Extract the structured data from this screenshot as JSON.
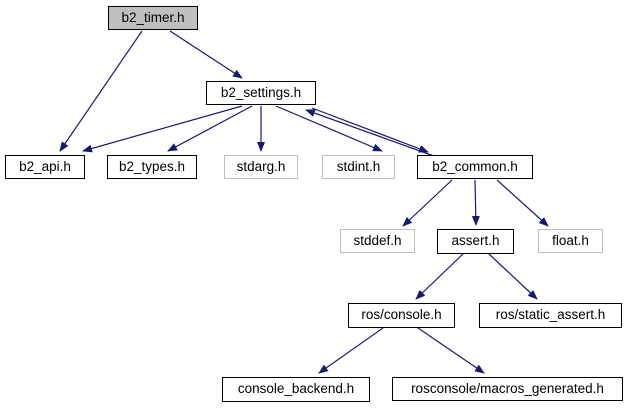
{
  "graph": {
    "kind": "include-dependency-graph",
    "nodes": [
      {
        "label": "b2_timer.h",
        "role": "current-file"
      },
      {
        "label": "b2_settings.h",
        "role": "internal-header"
      },
      {
        "label": "b2_api.h",
        "role": "internal-header"
      },
      {
        "label": "b2_types.h",
        "role": "internal-header"
      },
      {
        "label": "stdarg.h",
        "role": "system-header"
      },
      {
        "label": "stdint.h",
        "role": "system-header"
      },
      {
        "label": "b2_common.h",
        "role": "internal-header"
      },
      {
        "label": "stddef.h",
        "role": "system-header"
      },
      {
        "label": "assert.h",
        "role": "internal-header"
      },
      {
        "label": "float.h",
        "role": "system-header"
      },
      {
        "label": "ros/console.h",
        "role": "internal-header"
      },
      {
        "label": "ros/static_assert.h",
        "role": "internal-header"
      },
      {
        "label": "console_backend.h",
        "role": "internal-header"
      },
      {
        "label": "rosconsole/macros_generated.h",
        "role": "internal-header"
      }
    ],
    "edges": [
      {
        "from": "b2_timer.h",
        "to": "b2_api.h"
      },
      {
        "from": "b2_timer.h",
        "to": "b2_settings.h"
      },
      {
        "from": "b2_settings.h",
        "to": "b2_api.h"
      },
      {
        "from": "b2_settings.h",
        "to": "b2_types.h"
      },
      {
        "from": "b2_settings.h",
        "to": "stdarg.h"
      },
      {
        "from": "b2_settings.h",
        "to": "stdint.h"
      },
      {
        "from": "b2_settings.h",
        "to": "b2_common.h"
      },
      {
        "from": "b2_common.h",
        "to": "b2_settings.h"
      },
      {
        "from": "b2_common.h",
        "to": "stddef.h"
      },
      {
        "from": "b2_common.h",
        "to": "assert.h"
      },
      {
        "from": "b2_common.h",
        "to": "float.h"
      },
      {
        "from": "assert.h",
        "to": "ros/console.h"
      },
      {
        "from": "assert.h",
        "to": "ros/static_assert.h"
      },
      {
        "from": "ros/console.h",
        "to": "console_backend.h"
      },
      {
        "from": "ros/console.h",
        "to": "rosconsole/macros_generated.h"
      }
    ],
    "colors": {
      "edge": "#191970",
      "current_node_fill": "#bfbfbf",
      "node_fill": "#ffffff",
      "internal_border": "#000000",
      "system_border": "#bebebe",
      "text": "#000000",
      "background": "#ffffff"
    }
  }
}
